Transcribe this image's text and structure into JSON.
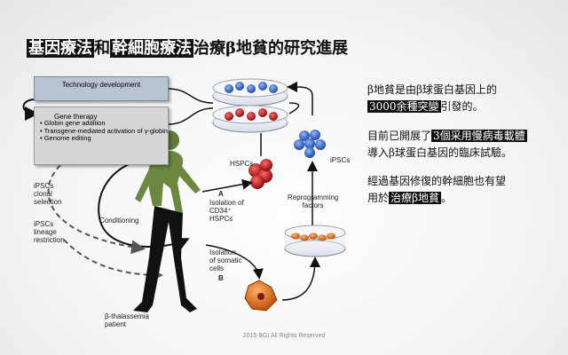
{
  "title": {
    "part1": "基因療法",
    "mid": "和",
    "part2": "幹細胞療法",
    "tail": "治療β地貧的研究進展"
  },
  "boxes": {
    "tech": "Technology development",
    "gene_header": "Gene therapy",
    "gene_items": [
      "Globin gene addition",
      "Transgene-mediated activation of γ-globin",
      "Genome editing"
    ]
  },
  "labels": {
    "ipsc_clonal": [
      "iPSCs",
      "clonal",
      "selection"
    ],
    "ipsc_lineage": [
      "iPSCs",
      "lineage",
      "restriction"
    ],
    "conditioning": "Conditioning",
    "hspcs": "HSPCs",
    "a": "A",
    "isolation_cd34": [
      "Isolation of",
      "CD34⁺",
      "HSPCs"
    ],
    "isolation_somatic": [
      "Isolation",
      "of somatic",
      "cells"
    ],
    "b": "B",
    "ipscs": "iPSCs",
    "reprogramming": [
      "Reprogramming",
      "factors"
    ],
    "patient": [
      "β-thalassemia",
      "patient"
    ]
  },
  "right_text": {
    "p1_line1": "β地貧是由β球蛋白基因上的",
    "p1_hl": "3000余種突變",
    "p1_tail": "引發的。",
    "p2_line1_pre": "目前已開展了",
    "p2_hl": "3個采用慢病毒載體",
    "p2_line2": "導入β球蛋白基因的臨床試驗。",
    "p3_line1": "經過基因修復的幹細胞也有望",
    "p3_pre": "用於",
    "p3_hl": "治療β地貧",
    "p3_tail": "。"
  },
  "footer": "2015 BGI All Rights Reserved",
  "colors": {
    "blue_cell": "#2b5fb8",
    "red_cell": "#b01818",
    "orange_cell": "#e07020",
    "tech_box": "#b9c3d4",
    "gene_box": "#d6d6d6"
  }
}
